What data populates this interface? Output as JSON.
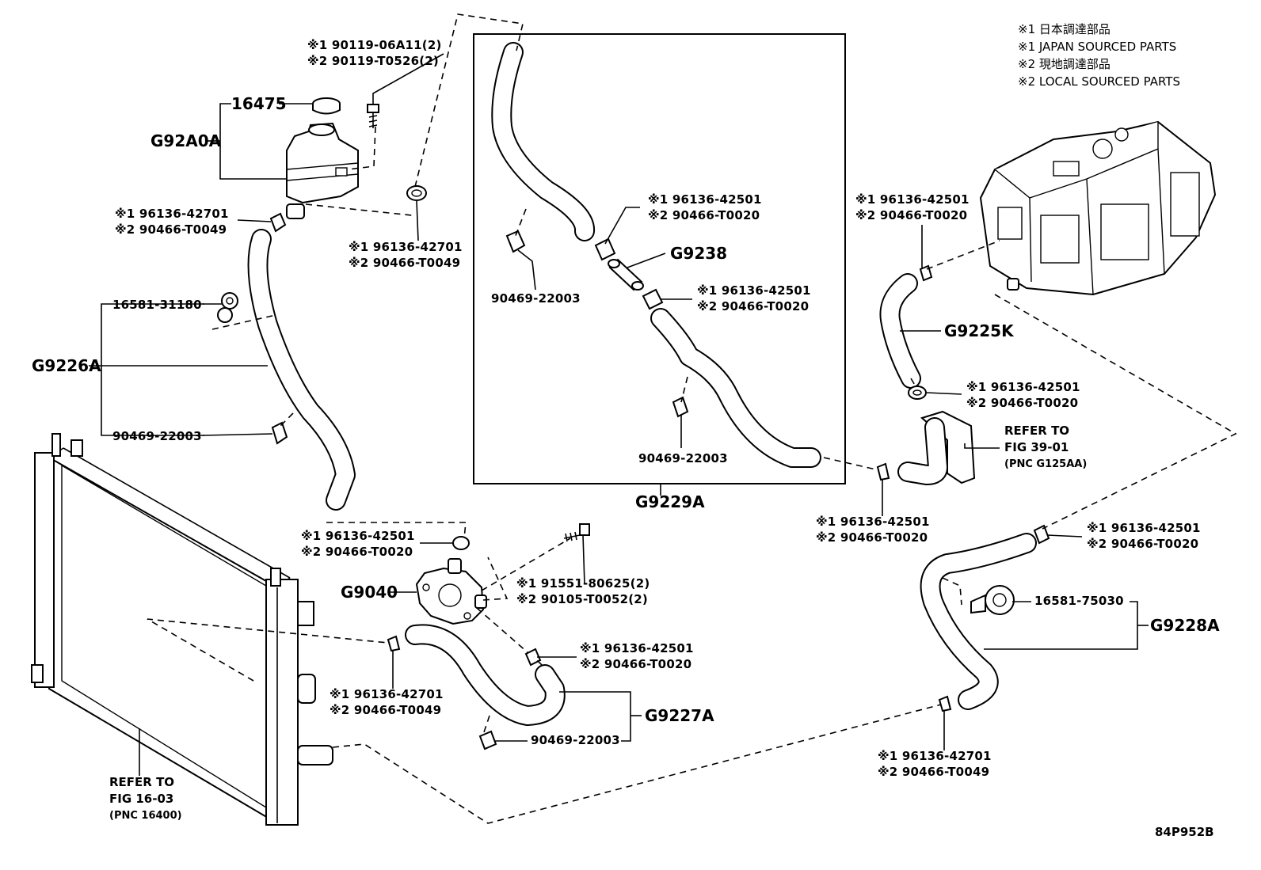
{
  "legend": [
    "※1 日本調達部品",
    "※1 JAPAN SOURCED PARTS",
    "※2 現地調達部品",
    "※2 LOCAL SOURCED PARTS"
  ],
  "groups": {
    "g92a0a": "G92A0A",
    "g9226a": "G9226A",
    "g9229a": "G9229A",
    "g9238": "G9238",
    "g9225k": "G9225K",
    "g9040": "G9040",
    "g9227a": "G9227A",
    "g9228a": "G9228A"
  },
  "parts": {
    "cap": "16475",
    "bolt_top_1": "※1 90119-06A11(2)",
    "bolt_top_2": "※2 90119-T0526(2)",
    "clamp_tank_left_1": "※1 96136-42701",
    "clamp_tank_left_2": "※2 90466-T0049",
    "clamp_tank_right_1": "※1 96136-42701",
    "clamp_tank_right_2": "※2 90466-T0049",
    "clip_16581_31180": "16581-31180",
    "clamp_g9226a": "90469-22003",
    "clamp_box_left": "90469-22003",
    "clamp_box_a_1": "※1 96136-42501",
    "clamp_box_a_2": "※2 90466-T0020",
    "clamp_box_b_1": "※1 96136-42501",
    "clamp_box_b_2": "※2 90466-T0020",
    "clamp_box_bottom": "90469-22003",
    "clamp_inverter_1": "※1 96136-42501",
    "clamp_inverter_2": "※2 90466-T0020",
    "clamp_g9225k_1": "※1 96136-42501",
    "clamp_g9225k_2": "※2 90466-T0020",
    "clamp_pump_top_1": "※1 96136-42501",
    "clamp_pump_top_2": "※2 90466-T0020",
    "bolt_pump_1": "※1 91551-80625(2)",
    "bolt_pump_2": "※2 90105-T0052(2)",
    "clamp_pump_out_1": "※1 96136-42501",
    "clamp_pump_out_2": "※2 90466-T0020",
    "clamp_rad_1": "※1 96136-42701",
    "clamp_rad_2": "※2 90466-T0049",
    "clamp_g9227a": "90469-22003",
    "clamp_mid_1": "※1 96136-42501",
    "clamp_mid_2": "※2 90466-T0020",
    "clamp_right_1": "※1 96136-42501",
    "clamp_right_2": "※2 90466-T0020",
    "clip_16581_75030": "16581-75030",
    "clamp_bottom_right_1": "※1 96136-42701",
    "clamp_bottom_right_2": "※2 90466-T0049"
  },
  "refs": {
    "radiator_line1": "REFER TO",
    "radiator_line2": "FIG 16-03",
    "radiator_pnc": "(PNC 16400)",
    "heater_line1": "REFER TO",
    "heater_line2": "FIG 39-01",
    "heater_pnc": "(PNC G125AA)"
  },
  "figure_code": "84P952B"
}
